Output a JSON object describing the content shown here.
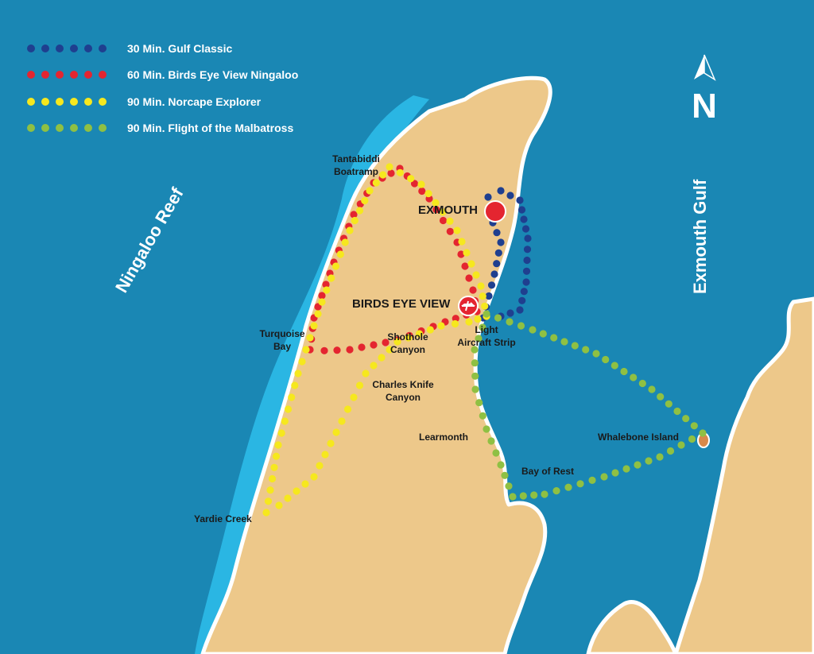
{
  "legend": [
    {
      "label": "30 Min. Gulf Classic",
      "color": "#1f3f8f"
    },
    {
      "label": "60 Min. Birds Eye View Ningaloo",
      "color": "#e42530"
    },
    {
      "label": "90 Min. Norcape Explorer",
      "color": "#f6e81e"
    },
    {
      "label": "90 Min. Flight of the Malbatross",
      "color": "#8fc043"
    }
  ],
  "colors": {
    "water": "#1a87b4",
    "reef": "#2ab6e3",
    "land": "#edc88a",
    "coast": "#ffffff",
    "marker": "#e42530"
  },
  "north": {
    "letter": "N",
    "icon": "north-arrow-icon"
  },
  "water_labels": {
    "reef": "Ningaloo Reef",
    "gulf": "Exmouth Gulf"
  },
  "places": {
    "tantabiddi_1": "Tantabiddi",
    "tantabiddi_2": "Boatramp",
    "exmouth": "EXMOUTH",
    "birds_eye": "BIRDS EYE VIEW",
    "light_1": "Light",
    "light_2": "Aircraft Strip",
    "turquoise_1": "Turquoise",
    "turquoise_2": "Bay",
    "shothole_1": "Shothole",
    "shothole_2": "Canyon",
    "charles_1": "Charles Knife",
    "charles_2": "Canyon",
    "learmonth": "Learmonth",
    "whalebone": "Whalebone Island",
    "bay_of_rest": "Bay of Rest",
    "yardie": "Yardie Creek"
  }
}
